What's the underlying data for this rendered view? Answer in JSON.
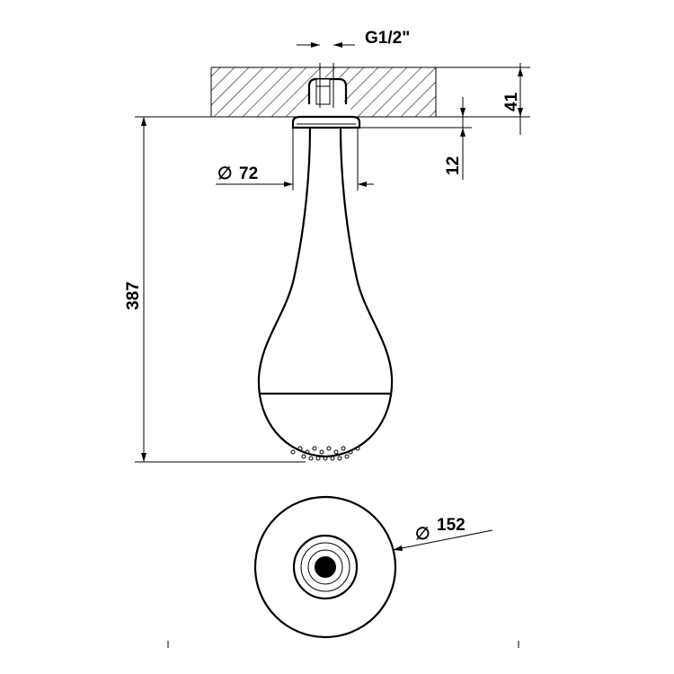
{
  "dimensions": {
    "thread": "G1/2\"",
    "ceiling_depth": "41",
    "rosette_height": "12",
    "neck_diameter": "72",
    "total_length": "387",
    "head_diameter": "152"
  },
  "diameter_symbol": "∅",
  "colors": {
    "line": "#000000",
    "hatch": "#555555",
    "background": "#ffffff"
  }
}
